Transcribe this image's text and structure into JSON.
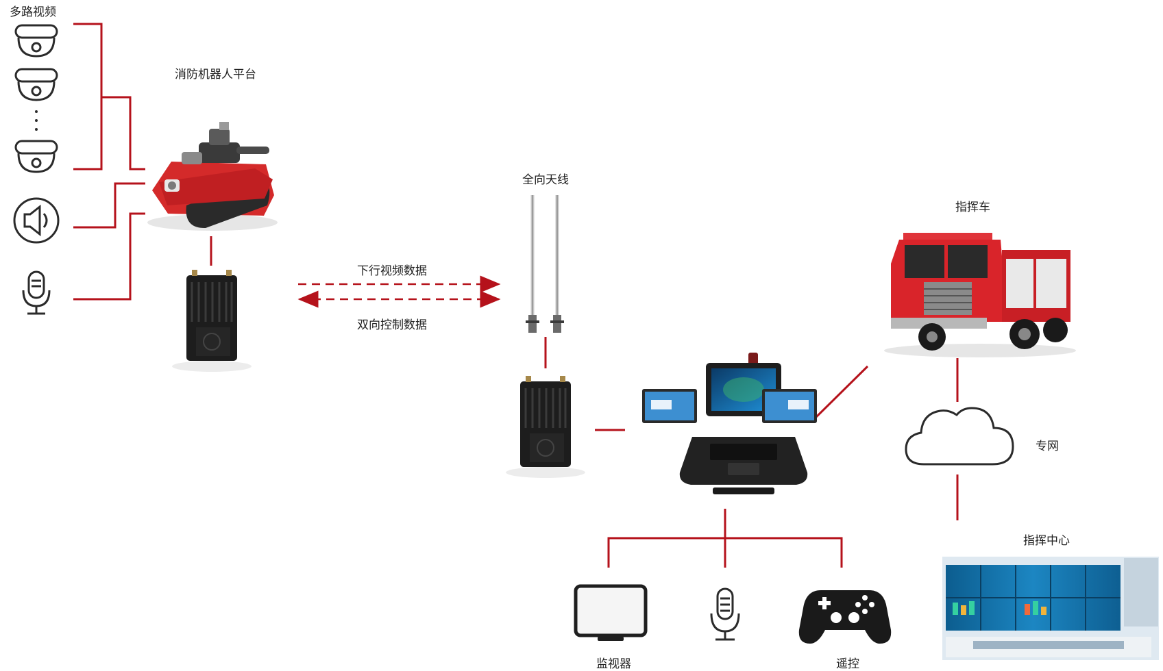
{
  "colors": {
    "line": "#b5121b",
    "robot_red": "#d42a2a",
    "device_black": "#1d1d1d",
    "truck_red": "#d9242a",
    "screen_blue": "#2a8fd1",
    "icon_stroke": "#2b2b2b"
  },
  "labels": {
    "multi_video": "多路视频",
    "robot_platform": "消防机器人平台",
    "downlink": "下行视频数据",
    "bidirectional": "双向控制数据",
    "antenna": "全向天线",
    "command_vehicle": "指挥车",
    "private_network": "专网",
    "command_center": "指挥中心",
    "monitor": "监视器",
    "remote_control": "遥控"
  },
  "icons": {
    "camera": "dome-camera-icon",
    "speaker": "speaker-icon",
    "microphone": "microphone-icon",
    "cloud": "cloud-icon",
    "monitor": "monitor-icon",
    "gamepad": "gamepad-icon"
  }
}
